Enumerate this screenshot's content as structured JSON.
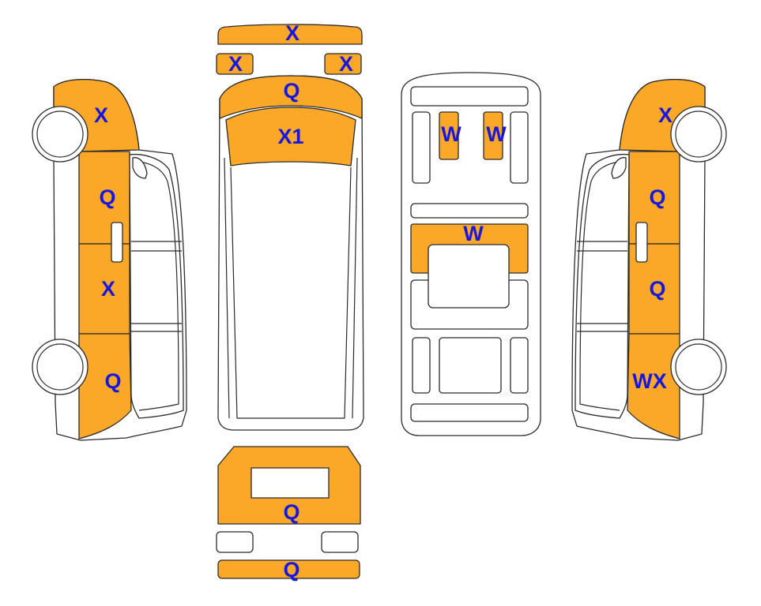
{
  "colors": {
    "damage_fill": "#FBA829",
    "code_text": "#1818DD",
    "outline": "#2b2b2b",
    "background": "#ffffff"
  },
  "views": {
    "left_side": {
      "front_fender": "X",
      "front_door": "Q",
      "rear_side_panel": "X",
      "rear_quarter": "Q"
    },
    "front": {
      "roof_front_strip": "X",
      "left_mirror": "X",
      "right_mirror": "X",
      "hood": "Q",
      "windshield": "X1"
    },
    "interior": {
      "left_front_seat": "W",
      "right_front_seat": "W",
      "middle_floor": "W"
    },
    "right_side": {
      "front_fender": "X",
      "front_door": "Q",
      "rear_side_panel": "Q",
      "rear_quarter": "WX"
    },
    "rear": {
      "tailgate": "Q",
      "rear_bumper": "Q"
    }
  }
}
